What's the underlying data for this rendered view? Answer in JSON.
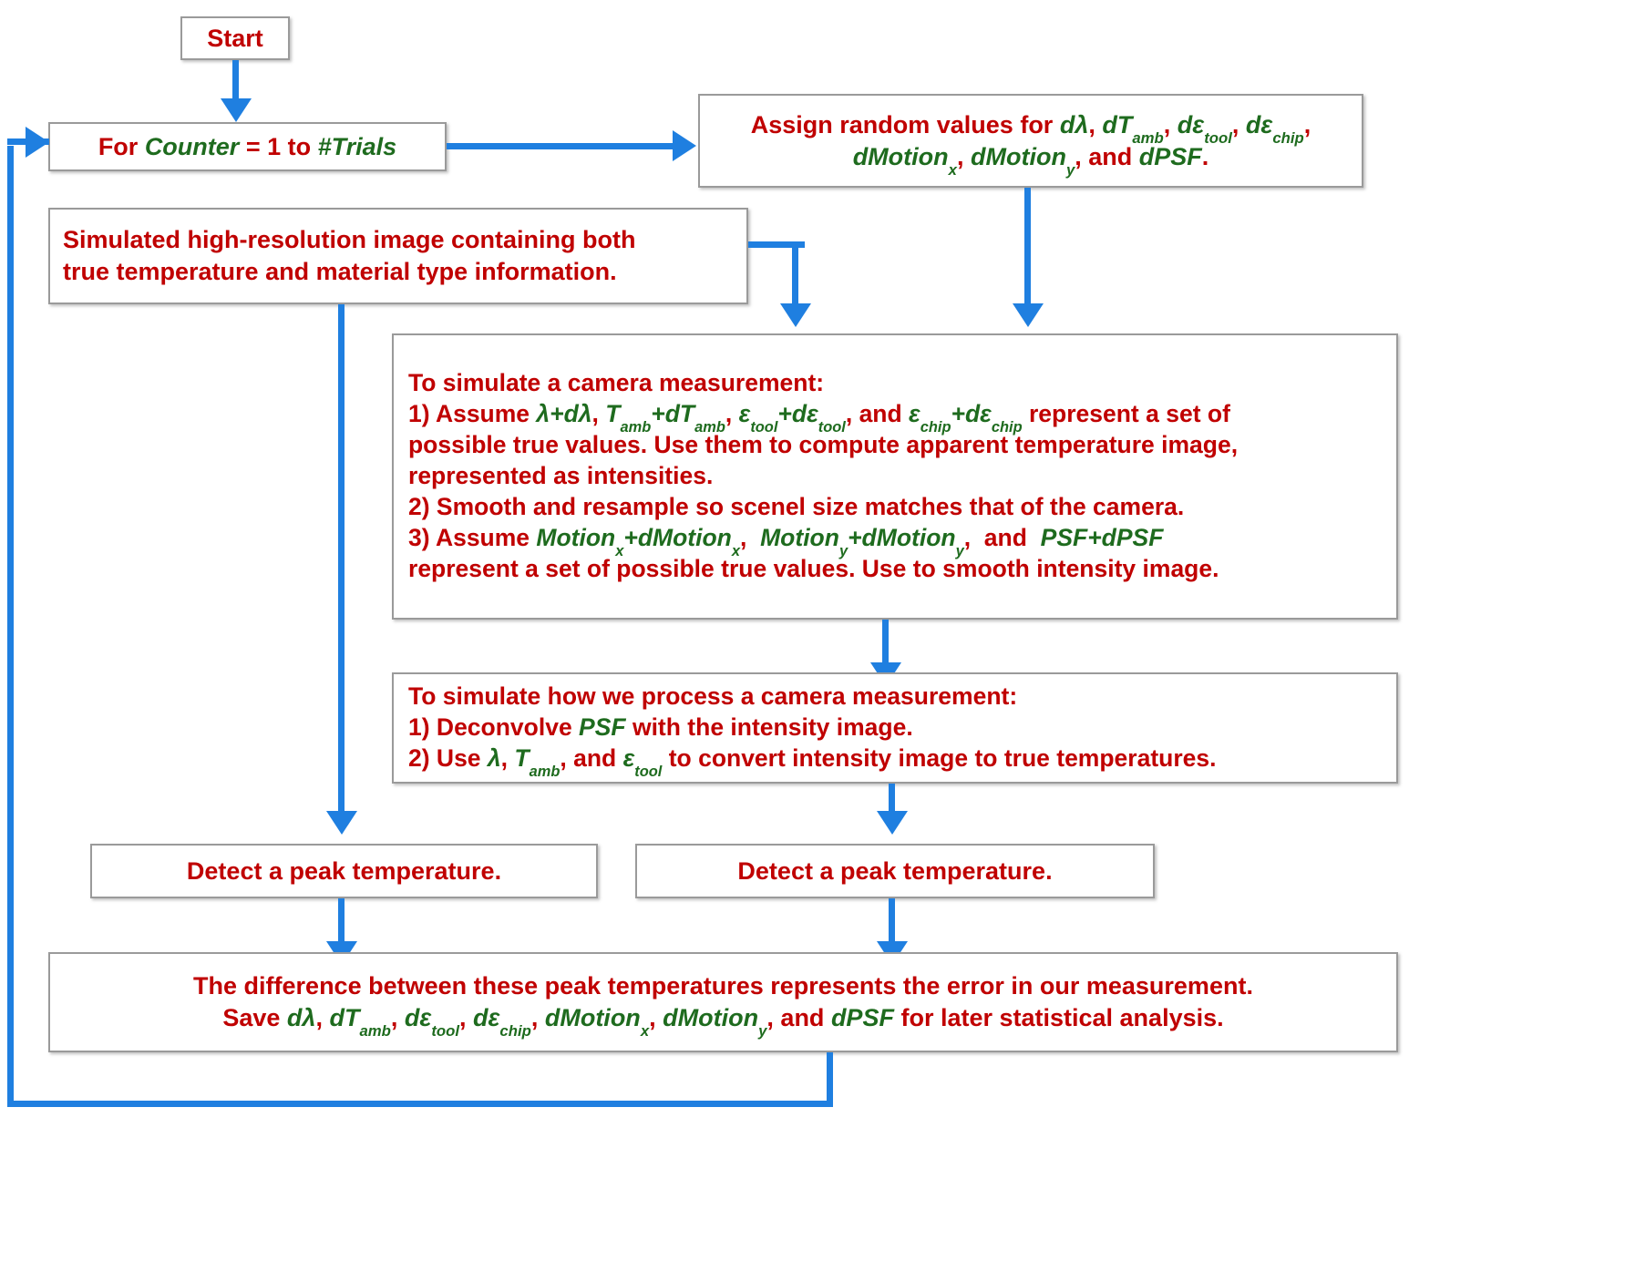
{
  "diagram": {
    "type": "flowchart",
    "title": "Monte Carlo thermal camera measurement error simulation flowchart",
    "colors": {
      "text_red": "#C00000",
      "text_green": "#1E6B1E",
      "connector_blue": "#1F7FE0",
      "box_border": "#9A9A9A",
      "background": "#FFFFFF"
    },
    "nodes": {
      "start": {
        "label": "Start"
      },
      "loop": {
        "prefix": "For ",
        "counter": "Counter",
        "mid": " = 1 to ",
        "trials": "#Trials",
        "plain": "For Counter = 1 to #Trials"
      },
      "assign": {
        "line1_prefix": "Assign random values for ",
        "vars_line1": [
          "dλ",
          "dT",
          "dε",
          "dε"
        ],
        "line2_vars": [
          "dMotion",
          "dMotion",
          "dPSF"
        ],
        "plain": "Assign random values for dλ, dTamb, dεtool, dεchip, dMotionx, dMotiony, and dPSF."
      },
      "simulated_image": {
        "line1": "Simulated high-resolution image containing both",
        "line2": "true temperature and material type information."
      },
      "simulate_camera": {
        "heading": "To simulate a camera measurement:",
        "step1_pre": "1) Assume ",
        "step1_mid": " represent a set of",
        "step1_cont": "possible true values. Use them to compute apparent temperature image,",
        "step1_cont2": "represented as intensities.",
        "step2": "2) Smooth and resample so scenel size matches that of the camera.",
        "step3_pre": "3) Assume ",
        "step3_cont": "represent a set of possible true values. Use to smooth intensity image.",
        "plain": "To simulate a camera measurement: 1) Assume λ+dλ, Tamb+dTamb, εtool+dεtool, and εchip+dεchip represent a set of possible true values. Use them to compute apparent temperature image, represented as intensities. 2) Smooth and resample so scenel size matches that of the camera. 3) Assume Motionx+dMotionx, Motiony+dMotiony, and PSF+dPSF represent a set of possible true values. Use to smooth intensity image."
      },
      "process_camera": {
        "heading": "To simulate how we process a camera measurement:",
        "step1_pre": "1) Deconvolve ",
        "step1_var": "PSF",
        "step1_post": " with the intensity image.",
        "step2_pre": "2) Use ",
        "step2_post": " to convert intensity image to true temperatures.",
        "plain": "To simulate how we process a camera measurement: 1) Deconvolve PSF with the intensity image. 2) Use λ, Tamb, and εtool to convert intensity image to true temperatures."
      },
      "peak_left": {
        "label": "Detect a peak temperature."
      },
      "peak_right": {
        "label": "Detect a peak temperature."
      },
      "difference": {
        "line1": "The difference between these peak temperatures represents the error in our measurement.",
        "line2_pre": "Save ",
        "line2_post": " for later statistical analysis.",
        "plain": "The difference between these peak temperatures represents the error in our measurement. Save dλ, dTamb, dεtool, dεchip, dMotionx, dMotiony, and dPSF for later statistical analysis."
      }
    },
    "symbols": {
      "lambda": "λ",
      "dlambda": "dλ",
      "epsilon": "ε",
      "T": "T",
      "amb": "amb",
      "tool": "tool",
      "chip": "chip",
      "x": "x",
      "y": "y",
      "PSF": "PSF",
      "dPSF": "dPSF",
      "Motion": "Motion",
      "dMotion": "dMotion"
    }
  }
}
